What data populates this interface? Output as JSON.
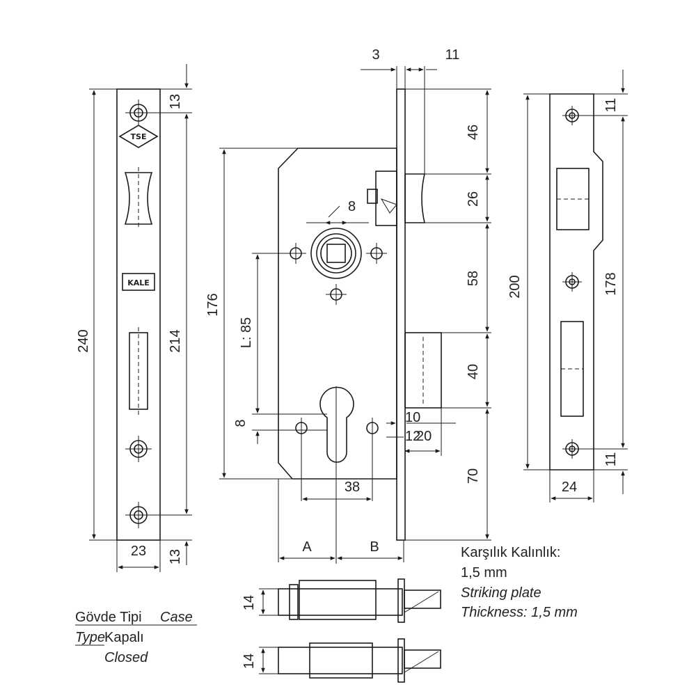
{
  "dimensions": {
    "d240": "240",
    "d214": "214",
    "d13_top": "13",
    "d13_bottom": "13",
    "d23": "23",
    "d3": "3",
    "d11_top": "11",
    "d46": "46",
    "d26": "26",
    "d58": "58",
    "d40": "40",
    "d70": "70",
    "d176": "176",
    "d_l85": "L: 85",
    "d8_dia": "8",
    "d8_side": "8",
    "d38": "38",
    "d10": "10",
    "d12": "12",
    "d20": "20",
    "dA": "A",
    "dB": "B",
    "d200": "200",
    "d178": "178",
    "d11_r_top": "11",
    "d11_r_bottom": "11",
    "d24": "24",
    "d14_a": "14",
    "d14_b": "14"
  },
  "logos": {
    "tse": "TSE",
    "kale": "KALE"
  },
  "striking_plate_note": {
    "line1": "Karşılık Kalınlık:",
    "line2": "1,5 mm",
    "line3": "Striking plate",
    "line4": "Thickness: 1,5 mm"
  },
  "case_type": {
    "label_tr": "Gövde Tipi",
    "label_en": "Case",
    "label_en2": "Type",
    "value_tr": "Kapalı",
    "value_en": "Closed"
  }
}
